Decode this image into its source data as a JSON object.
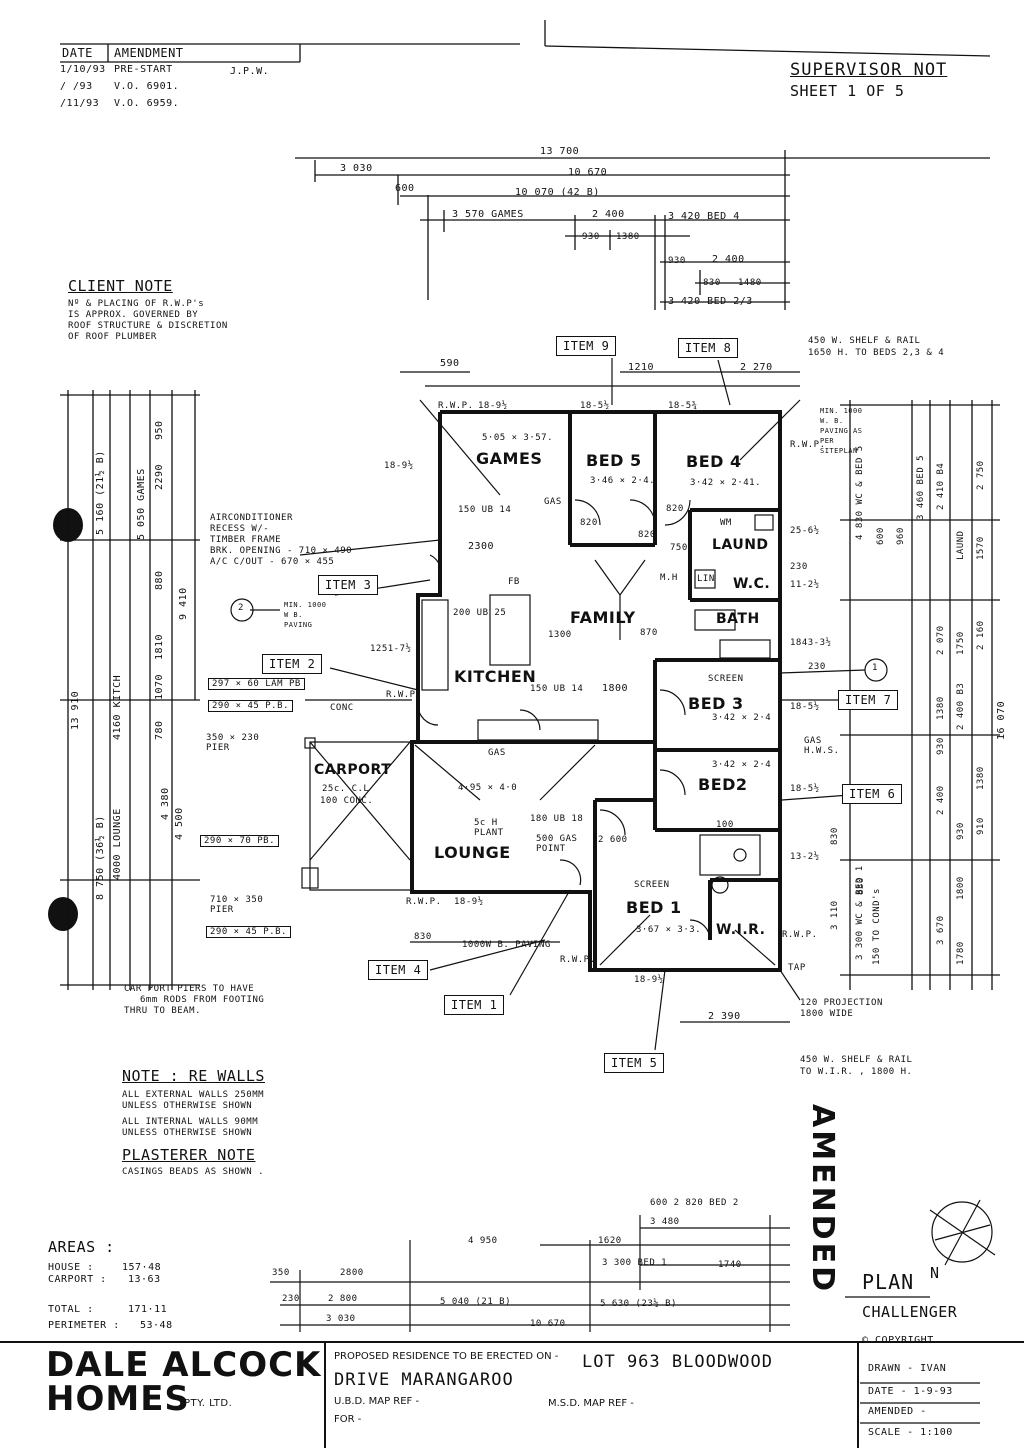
{
  "amendments": {
    "headers": [
      "DATE",
      "AMENDMENT"
    ],
    "rows": [
      [
        "1/10/93",
        "PRE-START",
        "J.P.W."
      ],
      [
        "/ /93",
        "V.O. 6901.",
        ""
      ],
      [
        "/11/93",
        "V.O. 6959.",
        ""
      ]
    ]
  },
  "sheet": {
    "supervisor": "SUPERVISOR NOT",
    "sheet": "SHEET 1 OF 5"
  },
  "top_dims": {
    "overall": "13 700",
    "d1": "3 030",
    "d2": "10 670",
    "d3": "600",
    "d4": "10 070 (42 B)",
    "d5": "3 570 GAMES",
    "d6": "2 400",
    "d7": "3 420 BED 4",
    "d8": "930",
    "d9": "1380",
    "d10": "930",
    "d11": "2 400",
    "d12": "830",
    "d13": "1480",
    "d14": "3 420 BED 2/3"
  },
  "client_note": {
    "title": "CLIENT NOTE",
    "lines": [
      "Nº & PLACING OF R.W.P's",
      "IS APPROX. GOVERNED BY",
      "ROOF STRUCTURE & DISCRETION",
      "OF ROOF PLUMBER"
    ]
  },
  "items": {
    "item1": "ITEM 1",
    "item2": "ITEM 2",
    "item3": "ITEM 3",
    "item4": "ITEM 4",
    "item5": "ITEM 5",
    "item6": "ITEM 6",
    "item7": "ITEM 7",
    "item8": "ITEM 8",
    "item9": "ITEM 9"
  },
  "rooms": {
    "games": "GAMES",
    "games_size": "5·05 × 3·57.",
    "bed5": "BED 5",
    "bed5_size": "3·46 × 2·4.",
    "bed4": "BED 4",
    "bed4_size": "3·42 × 2·41.",
    "laund": "LAUND",
    "wc": "W.C.",
    "bath": "BATH",
    "family": "FAMILY",
    "kitchen": "KITCHEN",
    "bed3": "BED 3",
    "bed3_size": "3·42 × 2·4",
    "bed2": "BED2",
    "bed2_size": "3·42 × 2·4",
    "lounge": "LOUNGE",
    "lounge_size": "4·95 × 4·0",
    "bed1": "BED 1",
    "bed1_size": "3·67 × 3·3.",
    "wir": "W.I.R.",
    "carport": "CARPORT",
    "carport_sub": "25c. C.L",
    "carport_conc": "100 CONC."
  },
  "annotations": {
    "shelf_top": "450 W. SHELF & RAIL",
    "shelf_top2": "1650 H. TO BEDS 2,3 & 4",
    "min_paving": "MIN. 1000 W. B. PAVING AS PER SITEPLAN",
    "aircon1": "AIRCONDITIONER",
    "aircon2": "RECESS W/-",
    "aircon3": "TIMBER FRAME",
    "aircon4": "BRK. OPENING - 710 × 490",
    "aircon5": "A/C C/OUT - 670 × 455",
    "min_bpaving": "MIN. 1000 W B. PAVING",
    "lam": "297 × 60 LAM PB",
    "pb1": "290 × 45 P.B.",
    "pier": "350 × 230 PIER",
    "pb2": "290 × 70 PB.",
    "pier2": "710 × 350 PIER",
    "pb3": "290 × 45 P.B.",
    "carport_piers1": "CAR PORT PIERS TO HAVE",
    "carport_piers2": "6mm RODS FROM FOOTING",
    "carport_piers3": "THRU TO BEAM.",
    "projection1": "120 PROJECTION",
    "projection2": "1800 WIDE",
    "shelf_bot1": "450 W. SHELF & RAIL",
    "shelf_bot2": "TO W.I.R. , 1800 H.",
    "bpaving": "1000W B. PAVING",
    "rwp": "R.W.P.",
    "tap": "TAP",
    "gas": "GAS",
    "gashws": "GAS H.W.S.",
    "screen": "SCREEN",
    "conc": "CONC",
    "ub1": "150 UB 14",
    "ub2": "150 UB 14",
    "ub3": "180 UB 18",
    "ub4": "200 UB 25",
    "fb": "FB",
    "plant": "5c H PLANT",
    "gaspoint": "500 GAS POINT",
    "mh": "M.H",
    "lin": "LIN",
    "wm": "WM",
    "dim_1210": "1210",
    "dim_2270": "2 270",
    "dim_590": "590",
    "dim_2300": "2300",
    "dim_1800": "1800",
    "dim_1300": "1300",
    "dim_2600": "2 600",
    "dim_2390": "2 390",
    "dim_830": "830",
    "dim_100": "100",
    "dim_820": "820",
    "dim_750": "750",
    "dim_870": "870",
    "amended": "AMENDED",
    "circle1": "1",
    "circle2": "2"
  },
  "side_labels": {
    "left": [
      "13 910",
      "8 750 (36½ B)",
      "5 160 (21½ B)",
      "5 050 GAMES",
      "4160 KITCH",
      "4000 LOUNGE",
      "4 380",
      "4 500",
      "9 410",
      "2290",
      "950",
      "1810",
      "1070",
      "780",
      "880"
    ],
    "right": [
      "16 070",
      "4 830 WC & BED 5",
      "3 460 BED 5",
      "2 410 B4",
      "2 750",
      "1570",
      "LAUND",
      "2 070",
      "1750",
      "2 400 B3",
      "1380",
      "930",
      "2 400",
      "2 160",
      "930",
      "1800",
      "3 670",
      "3 300 WC & BED 1",
      "1780",
      "830",
      "3 110",
      "600",
      "960",
      "830",
      "150 TO COND's",
      "1380",
      "910"
    ]
  },
  "wall_marks": {
    "m1": "18-9½",
    "m2": "18-5½",
    "m3": "18-5¾",
    "m4": "18-9½",
    "m5": "25-6½",
    "m6": "11-2½",
    "m7": "1843-3½",
    "m8": "18-5½",
    "m9": "18-5½",
    "m10": "13-2½",
    "m11": "18-9½",
    "m12": "18-9½",
    "m13": "1251-7½",
    "m14": "230",
    "m15": "230"
  },
  "notes": {
    "walls_title": "NOTE : RE WALLS",
    "walls1": "ALL EXTERNAL WALLS 250MM",
    "walls2": "UNLESS OTHERWISE SHOWN",
    "walls3": "ALL INTERNAL WALLS 90MM",
    "walls4": "UNLESS OTHERWISE SHOWN",
    "plaster_title": "PLASTERER NOTE",
    "plaster1": "CASINGS BEADS AS SHOWN ."
  },
  "areas": {
    "title": "AREAS :",
    "house_label": "HOUSE :",
    "house": "157·48",
    "carport_label": "CARPORT :",
    "carport": "13·63",
    "total_label": "TOTAL :",
    "total": "171·11",
    "perimeter_label": "PERIMETER :",
    "perimeter": "53·48"
  },
  "bottom_dims": {
    "b1": "600 2 820 BED 2",
    "b2": "3 480",
    "b3": "4 950",
    "b4": "1620",
    "b5": "3 300 BED 1",
    "b6": "1740",
    "b7": "350",
    "b8": "2800",
    "b9": "230",
    "b10": "2 800",
    "b11": "5 040 (21 B)",
    "b12": "5 630 (23½ B)",
    "b13": "3 030",
    "b14": "10 670"
  },
  "plan": {
    "title": "PLAN",
    "model": "CHALLENGER",
    "copyright": "© COPYRIGHT",
    "north": "N"
  },
  "title_block": {
    "company1": "DALE ALCOCK",
    "company2": "HOMES",
    "pty": "PTY. LTD.",
    "proposed": "PROPOSED RESIDENCE TO BE ERECTED ON -",
    "lot": "LOT 963 BLOODWOOD",
    "street": "DRIVE   MARANGAROO",
    "ubd": "U.B.D. MAP REF -",
    "msd": "M.S.D. MAP REF -",
    "for": "FOR -",
    "drawn": "DRAWN -  IVAN",
    "date": "DATE -   1-9-93",
    "amended": "AMENDED -",
    "scale": "SCALE - 1:100"
  }
}
